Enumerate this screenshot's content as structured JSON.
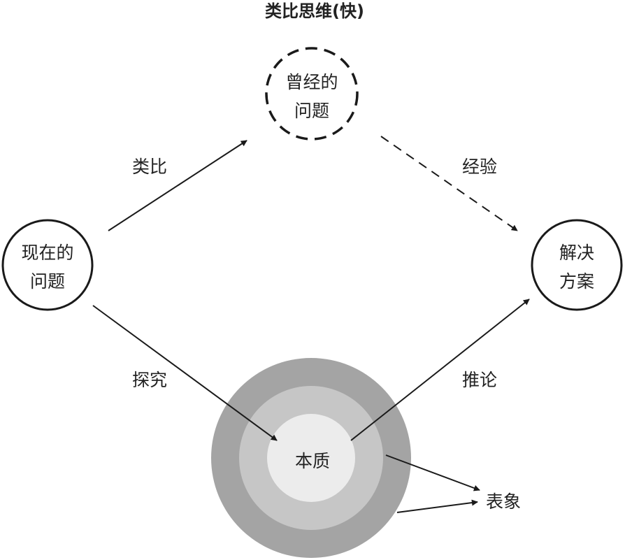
{
  "title": "类比思维(快)",
  "nodes": {
    "current_problem": {
      "line1": "现在的",
      "line2": "问题"
    },
    "past_problem": {
      "line1": "曾经的",
      "line2": "问题"
    },
    "solution": {
      "line1": "解决",
      "line2": "方案"
    },
    "essence": {
      "label": "本质"
    },
    "appearance": {
      "label": "表象"
    }
  },
  "edges": {
    "analogy": "类比",
    "experience": "经验",
    "explore": "探究",
    "reasoning": "推论"
  },
  "colors": {
    "outer_ring": "#a4a4a4",
    "middle_ring": "#c6c6c6",
    "inner_core": "#ececec",
    "stroke": "#1a1a1a"
  }
}
